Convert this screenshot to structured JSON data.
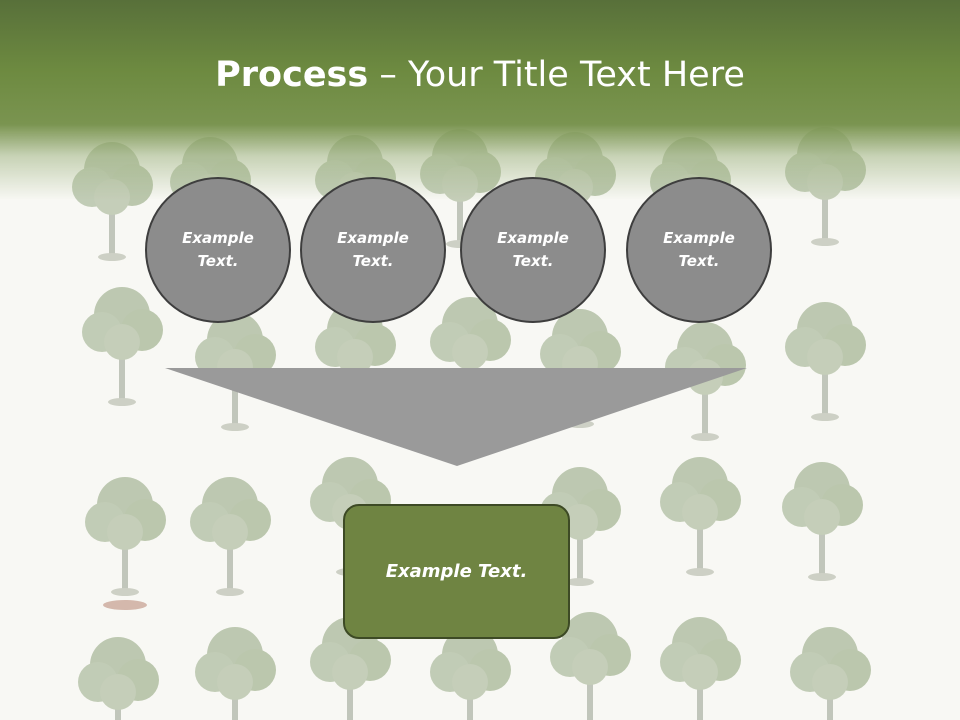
{
  "slide": {
    "title_bold": "Process",
    "title_rest": " – Your Title Text Here"
  },
  "steps": [
    {
      "label": "Example Text."
    },
    {
      "label": "Example Text."
    },
    {
      "label": "Example Text."
    },
    {
      "label": "Example Text."
    }
  ],
  "result": {
    "label": "Example Text."
  },
  "colors": {
    "header_green": "#6d8a40",
    "circle_fill": "#8c8c8c",
    "funnel_fill": "#9a9a9a",
    "box_fill": "#6f8442"
  }
}
